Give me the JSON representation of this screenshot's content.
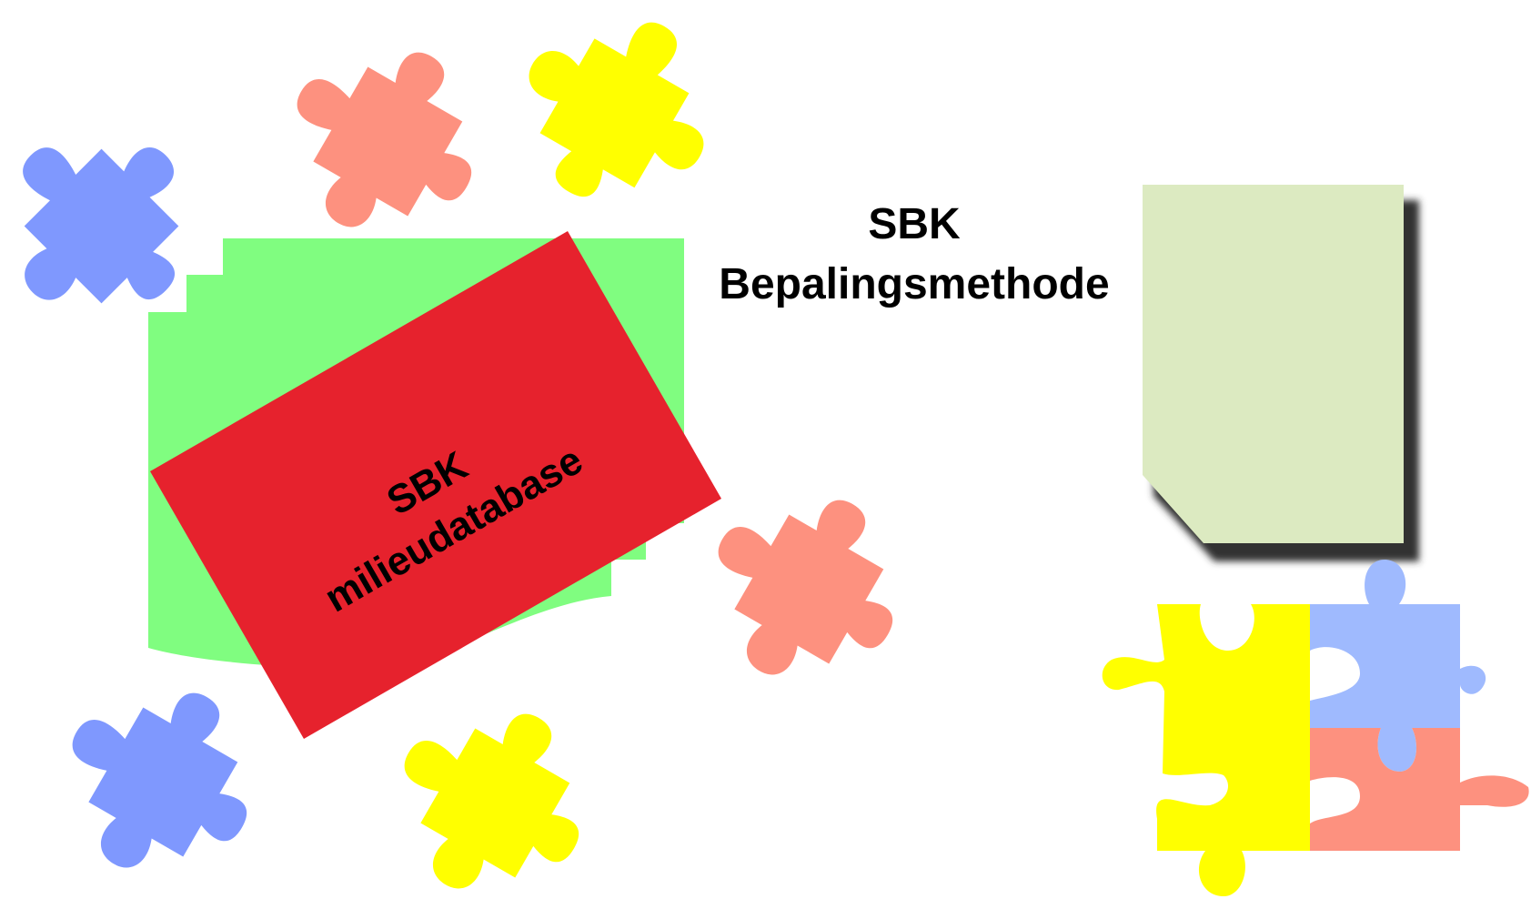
{
  "labels": {
    "red_card_line1": "SBK",
    "red_card_line2": "milieudatabase",
    "method_line1": "SBK",
    "method_line2": "Bepalingsmethode"
  },
  "colors": {
    "blue_piece": "#7f98fe",
    "salmon_piece": "#fd917f",
    "yellow_piece": "#ffff00",
    "light_blue_piece": "#9fbafe",
    "green_stack": "#80fd80",
    "red_card": "#e6222d",
    "note_paper": "#dceac1",
    "note_shadow": "#333333",
    "text": "#000000"
  },
  "icons": {
    "puzzle_piece": "puzzle-piece-icon",
    "document_stack": "document-stack-icon",
    "note": "note-icon"
  }
}
